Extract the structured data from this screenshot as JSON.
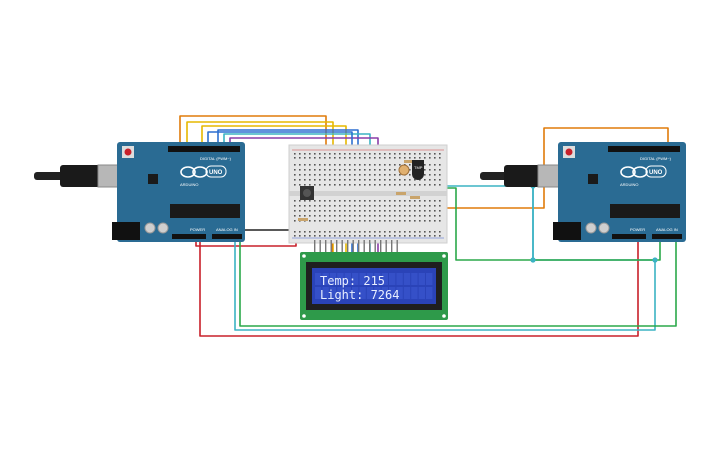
{
  "lcd": {
    "line1": "Temp: 215",
    "line2": "Light: 7264",
    "backlight_color": "#2a43b8",
    "bezel_color": "#2e9a4a"
  },
  "arduino_left": {
    "brand": "ARDUINO",
    "model": "UNO",
    "digital_label": "DIGITAL (PWM~)",
    "power_label": "POWER",
    "analog_label": "ANALOG IN",
    "board_color": "#2a6b93"
  },
  "arduino_right": {
    "brand": "ARDUINO",
    "model": "UNO",
    "digital_label": "DIGITAL (PWM~)",
    "power_label": "POWER",
    "analog_label": "ANALOG IN",
    "board_color": "#2a6b93"
  },
  "breadboard": {
    "color": "#e6e6e6",
    "sensor_label": "TMP"
  },
  "wire_colors": {
    "orange": "#e07b0a",
    "yellow": "#e6b800",
    "blue": "#2d6fd0",
    "teal": "#3bb3c3",
    "purple": "#8a3da8",
    "green": "#2ba84a",
    "red": "#c8202a",
    "black": "#222222",
    "grey": "#888888"
  }
}
